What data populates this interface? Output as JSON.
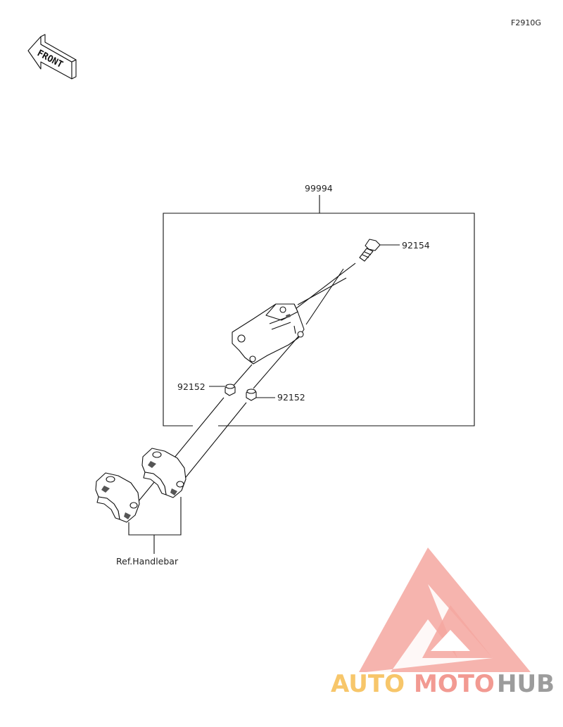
{
  "figure_code": "F2910G",
  "front_label": "FRONT",
  "assembly": {
    "part_number": "99994"
  },
  "parts": [
    {
      "id": "bolt",
      "part_number": "92154"
    },
    {
      "id": "collar-left",
      "part_number": "92152"
    },
    {
      "id": "collar-right",
      "part_number": "92152"
    }
  ],
  "reference": {
    "label": "Ref.Handlebar"
  },
  "watermark": {
    "words": [
      "AUTO",
      "MOTO",
      "HUB"
    ],
    "colors": {
      "auto": "#f7c66a",
      "moto": "#f29a92",
      "hub": "#9c9c9c",
      "triangle": "#f4a7a0"
    }
  }
}
